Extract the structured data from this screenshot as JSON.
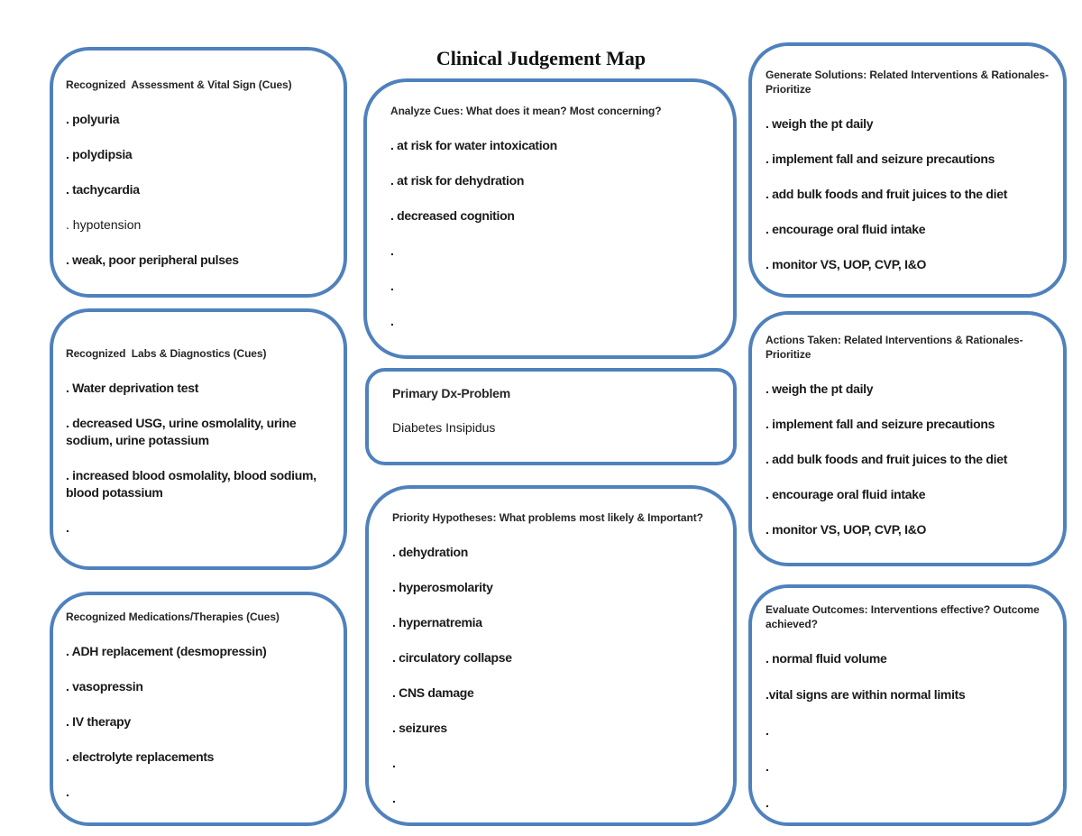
{
  "title": "Clinical Judgement Map",
  "colors": {
    "box_border": "#4f81bd",
    "text": "#1a1a1a"
  },
  "boxes": {
    "assessment": {
      "header": "Recognized  Assessment & Vital Sign (Cues)",
      "items": [
        ". polyuria",
        ". polydipsia",
        ". tachycardia",
        ". hypotension",
        ". weak, poor peripheral pulses"
      ]
    },
    "labs": {
      "header": "Recognized  Labs & Diagnostics (Cues)",
      "items": [
        ". Water deprivation test",
        ". decreased USG, urine osmolality, urine sodium, urine potassium",
        ". increased blood osmolality, blood sodium, blood potassium",
        "."
      ]
    },
    "medications": {
      "header": "Recognized Medications/Therapies (Cues)",
      "items": [
        ". ADH replacement (desmopressin)",
        ". vasopressin",
        ". IV therapy",
        ". electrolyte replacements",
        "."
      ]
    },
    "analyze": {
      "header": "Analyze Cues: What does it mean? Most concerning?",
      "items": [
        ". at risk for water intoxication",
        ". at risk for dehydration",
        ". decreased cognition",
        ".",
        ".",
        "."
      ]
    },
    "primary_dx": {
      "header": "Primary Dx-Problem",
      "items": [
        "Diabetes Insipidus"
      ]
    },
    "hypotheses": {
      "header": "Priority Hypotheses: What problems most likely & Important?",
      "items": [
        ". dehydration",
        ". hyperosmolarity",
        ". hypernatremia",
        ". circulatory collapse",
        ". CNS damage",
        ". seizures",
        ".",
        "."
      ]
    },
    "generate_solutions": {
      "header": "Generate Solutions: Related Interventions & Rationales-Prioritize",
      "items": [
        ". weigh the pt daily",
        ". implement fall and seizure precautions",
        ". add bulk foods and fruit juices to the diet",
        ". encourage oral fluid intake",
        ". monitor VS, UOP, CVP, I&O"
      ]
    },
    "actions_taken": {
      "header": "Actions Taken: Related Interventions & Rationales-Prioritize",
      "items": [
        ". weigh the pt daily",
        ". implement fall and seizure precautions",
        ". add bulk foods and fruit juices to the diet",
        ". encourage oral fluid intake",
        ". monitor VS, UOP, CVP, I&O"
      ]
    },
    "evaluate": {
      "header": "Evaluate Outcomes: Interventions effective? Outcome achieved?",
      "items": [
        ". normal fluid volume",
        ".vital signs are within normal limits",
        ".",
        ".",
        "."
      ]
    }
  }
}
